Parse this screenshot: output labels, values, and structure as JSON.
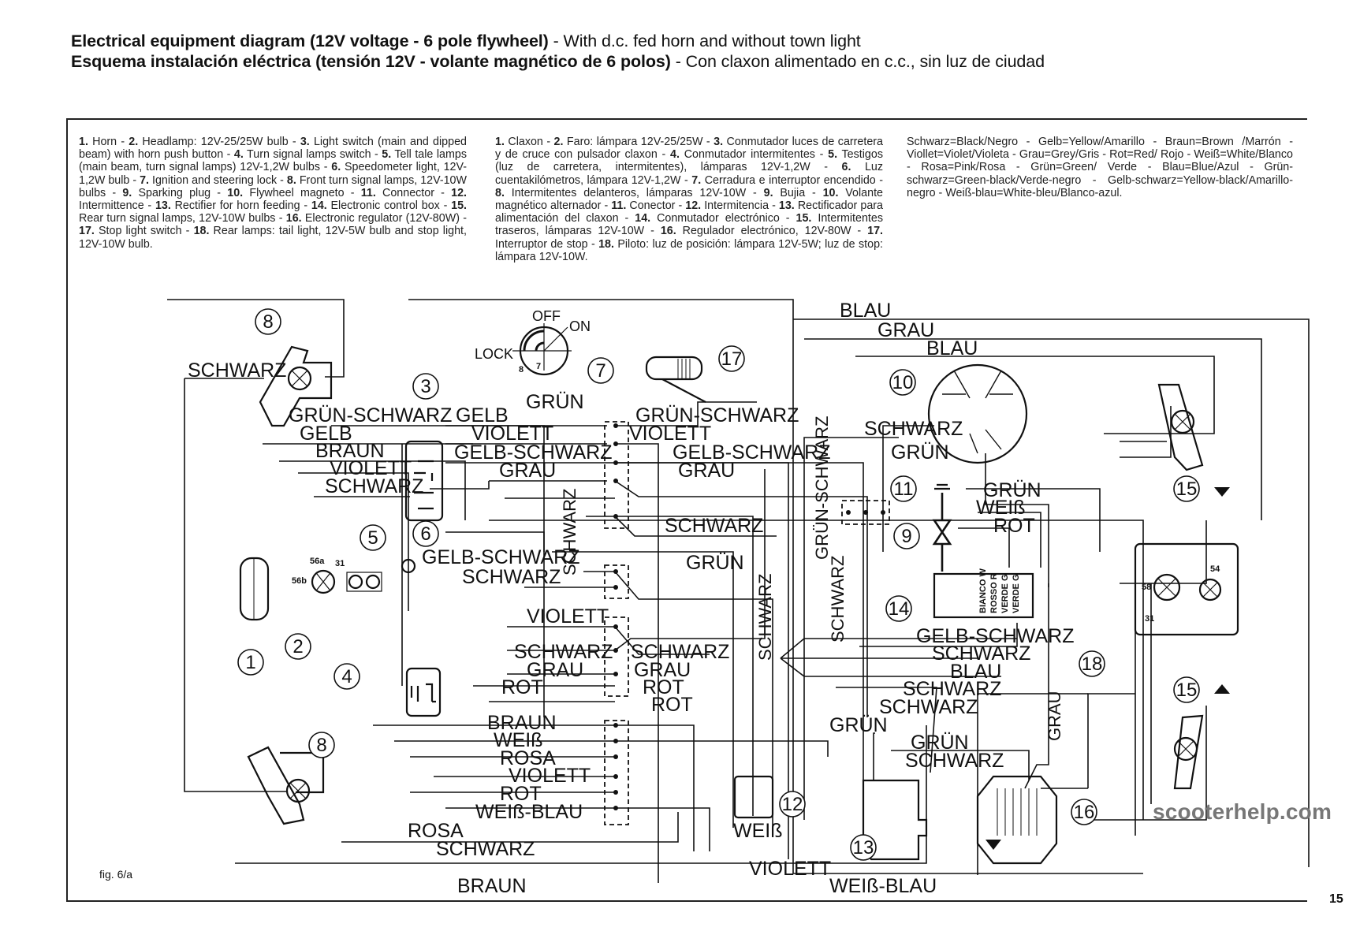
{
  "header": {
    "title_en_bold": "Electrical equipment diagram (12V voltage - 6 pole flywheel)",
    "title_en_rest": " - With d.c. fed horn and without town light",
    "title_es_bold": "Esquema instalación eléctrica (tensión 12V - volante magnético de 6 polos)",
    "title_es_rest": " - Con claxon alimentado en c.c., sin luz de ciudad"
  },
  "legend_en": [
    {
      "n": "1.",
      "t": " Horn - "
    },
    {
      "n": "2.",
      "t": " Headlamp: 12V-25/25W bulb - "
    },
    {
      "n": "3.",
      "t": " Light switch (main and dipped beam) with horn push button - "
    },
    {
      "n": "4.",
      "t": " Turn signal lamps switch - "
    },
    {
      "n": "5.",
      "t": " Tell tale lamps (main beam, turn signal lamps) 12V-1,2W bulbs - "
    },
    {
      "n": "6.",
      "t": " Speedometer light, 12V-1,2W bulb - "
    },
    {
      "n": "7.",
      "t": " Ignition and steering lock - "
    },
    {
      "n": "8.",
      "t": " Front turn signal lamps, 12V-10W bulbs - "
    },
    {
      "n": "9.",
      "t": " Sparking plug - "
    },
    {
      "n": "10.",
      "t": " Flywheel magneto - "
    },
    {
      "n": "11.",
      "t": " Connector - "
    },
    {
      "n": "12.",
      "t": " Intermittence - "
    },
    {
      "n": "13.",
      "t": " Rectifier for horn feeding - "
    },
    {
      "n": "14.",
      "t": " Electronic control box - "
    },
    {
      "n": "15.",
      "t": " Rear turn signal lamps, 12V-10W bulbs - "
    },
    {
      "n": "16.",
      "t": " Electronic regulator (12V-80W) - "
    },
    {
      "n": "17.",
      "t": " Stop light switch - "
    },
    {
      "n": "18.",
      "t": " Rear lamps: tail light, 12V-5W bulb and stop light, 12V-10W bulb."
    }
  ],
  "legend_es": [
    {
      "n": "1.",
      "t": " Claxon - "
    },
    {
      "n": "2.",
      "t": " Faro: lámpara 12V-25/25W - "
    },
    {
      "n": "3.",
      "t": " Conmutador luces de carretera y de cruce con pulsador claxon - "
    },
    {
      "n": "4.",
      "t": " Conmutador intermitentes - "
    },
    {
      "n": "5.",
      "t": " Testigos (luz de carretera, intermitentes), lámparas 12V-1,2W - "
    },
    {
      "n": "6.",
      "t": " Luz cuentakilómetros, lámpara 12V-1,2W - "
    },
    {
      "n": "7.",
      "t": " Cerradura e interruptor encendido - "
    },
    {
      "n": "8.",
      "t": " Intermitentes delanteros, lámparas 12V-10W - "
    },
    {
      "n": "9.",
      "t": " Bujia - "
    },
    {
      "n": "10.",
      "t": " Volante magnético alternador - "
    },
    {
      "n": "11.",
      "t": " Conector - "
    },
    {
      "n": "12.",
      "t": " Intermitencia - "
    },
    {
      "n": "13.",
      "t": " Rectificador para alimentación del claxon - "
    },
    {
      "n": "14.",
      "t": " Conmutador electrónico - "
    },
    {
      "n": "15.",
      "t": " Intermitentes traseros, lámparas 12V-10W - "
    },
    {
      "n": "16.",
      "t": " Regulador electrónico, 12V-80W - "
    },
    {
      "n": "17.",
      "t": " Interruptor de stop - "
    },
    {
      "n": "18.",
      "t": " Piloto: luz de posición: lámpara 12V-5W; luz de stop: lámpara 12V-10W."
    }
  ],
  "color_legend": "Schwarz=Black/Negro - Gelb=Yellow/Amarillo - Braun=Brown /Marrón - Viollet=Violet/Violeta - Grau=Grey/Gris - Rot=Red/ Rojo - Weiß=White/Blanco - Rosa=Pink/Rosa - Grün=Green/ Verde - Blau=Blue/Azul - Grün-schwarz=Green-black/Verde-negro - Gelb-schwarz=Yellow-black/Amarillo-negro - Weiß-blau=White-bleu/Blanco-azul.",
  "switch_labels": {
    "off": "OFF",
    "on": "ON",
    "lock": "LOCK",
    "pin8": "8",
    "pin7": "7"
  },
  "terminals": {
    "t56a": "56a",
    "t56b": "56b",
    "t31": "31",
    "t58": "58",
    "t54": "54",
    "t31b": "31"
  },
  "cdi_pins": [
    "BIANCO W",
    "ROSSO R",
    "VERDE G",
    "VERDE G"
  ],
  "components": [
    "1",
    "2",
    "3",
    "4",
    "5",
    "6",
    "7",
    "8",
    "8",
    "9",
    "10",
    "11",
    "12",
    "13",
    "14",
    "15",
    "15",
    "16",
    "17",
    "18"
  ],
  "wire_labels": {
    "schwarz": "SCHWARZ",
    "gruen_schwarz": "GRÜN-SCHWARZ",
    "gelb": "GELB",
    "braun": "BRAUN",
    "violett": "VIOLETT",
    "gelb_schwarz": "GELB-SCHWARZ",
    "grau": "GRAU",
    "gruen": "GRÜN",
    "blau": "BLAU",
    "weiss": "WEIß",
    "rot": "ROT",
    "rosa": "ROSA",
    "weiss_blau": "WEIß-BLAU"
  },
  "footer": {
    "fig_label": "fig. 6/a",
    "page_number": "15",
    "watermark": "scooterhelp.com"
  }
}
